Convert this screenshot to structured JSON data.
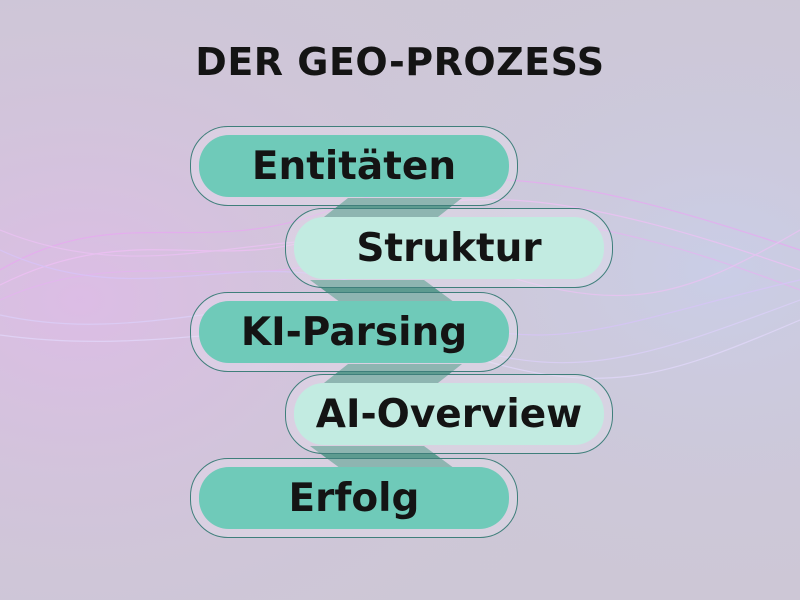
{
  "title": "DER GEO-PROZESS",
  "steps": [
    {
      "label": "Entitäten",
      "tone": "dark"
    },
    {
      "label": "Struktur",
      "tone": "light"
    },
    {
      "label": "KI-Parsing",
      "tone": "dark"
    },
    {
      "label": "AI-Overview",
      "tone": "light"
    },
    {
      "label": "Erfolg",
      "tone": "dark"
    }
  ],
  "colors": {
    "pill_dark": "#6fcab9",
    "pill_light": "#c2ebe1",
    "connector": "#5d9b90",
    "outline": "#3f7f7b",
    "text": "#141414"
  }
}
